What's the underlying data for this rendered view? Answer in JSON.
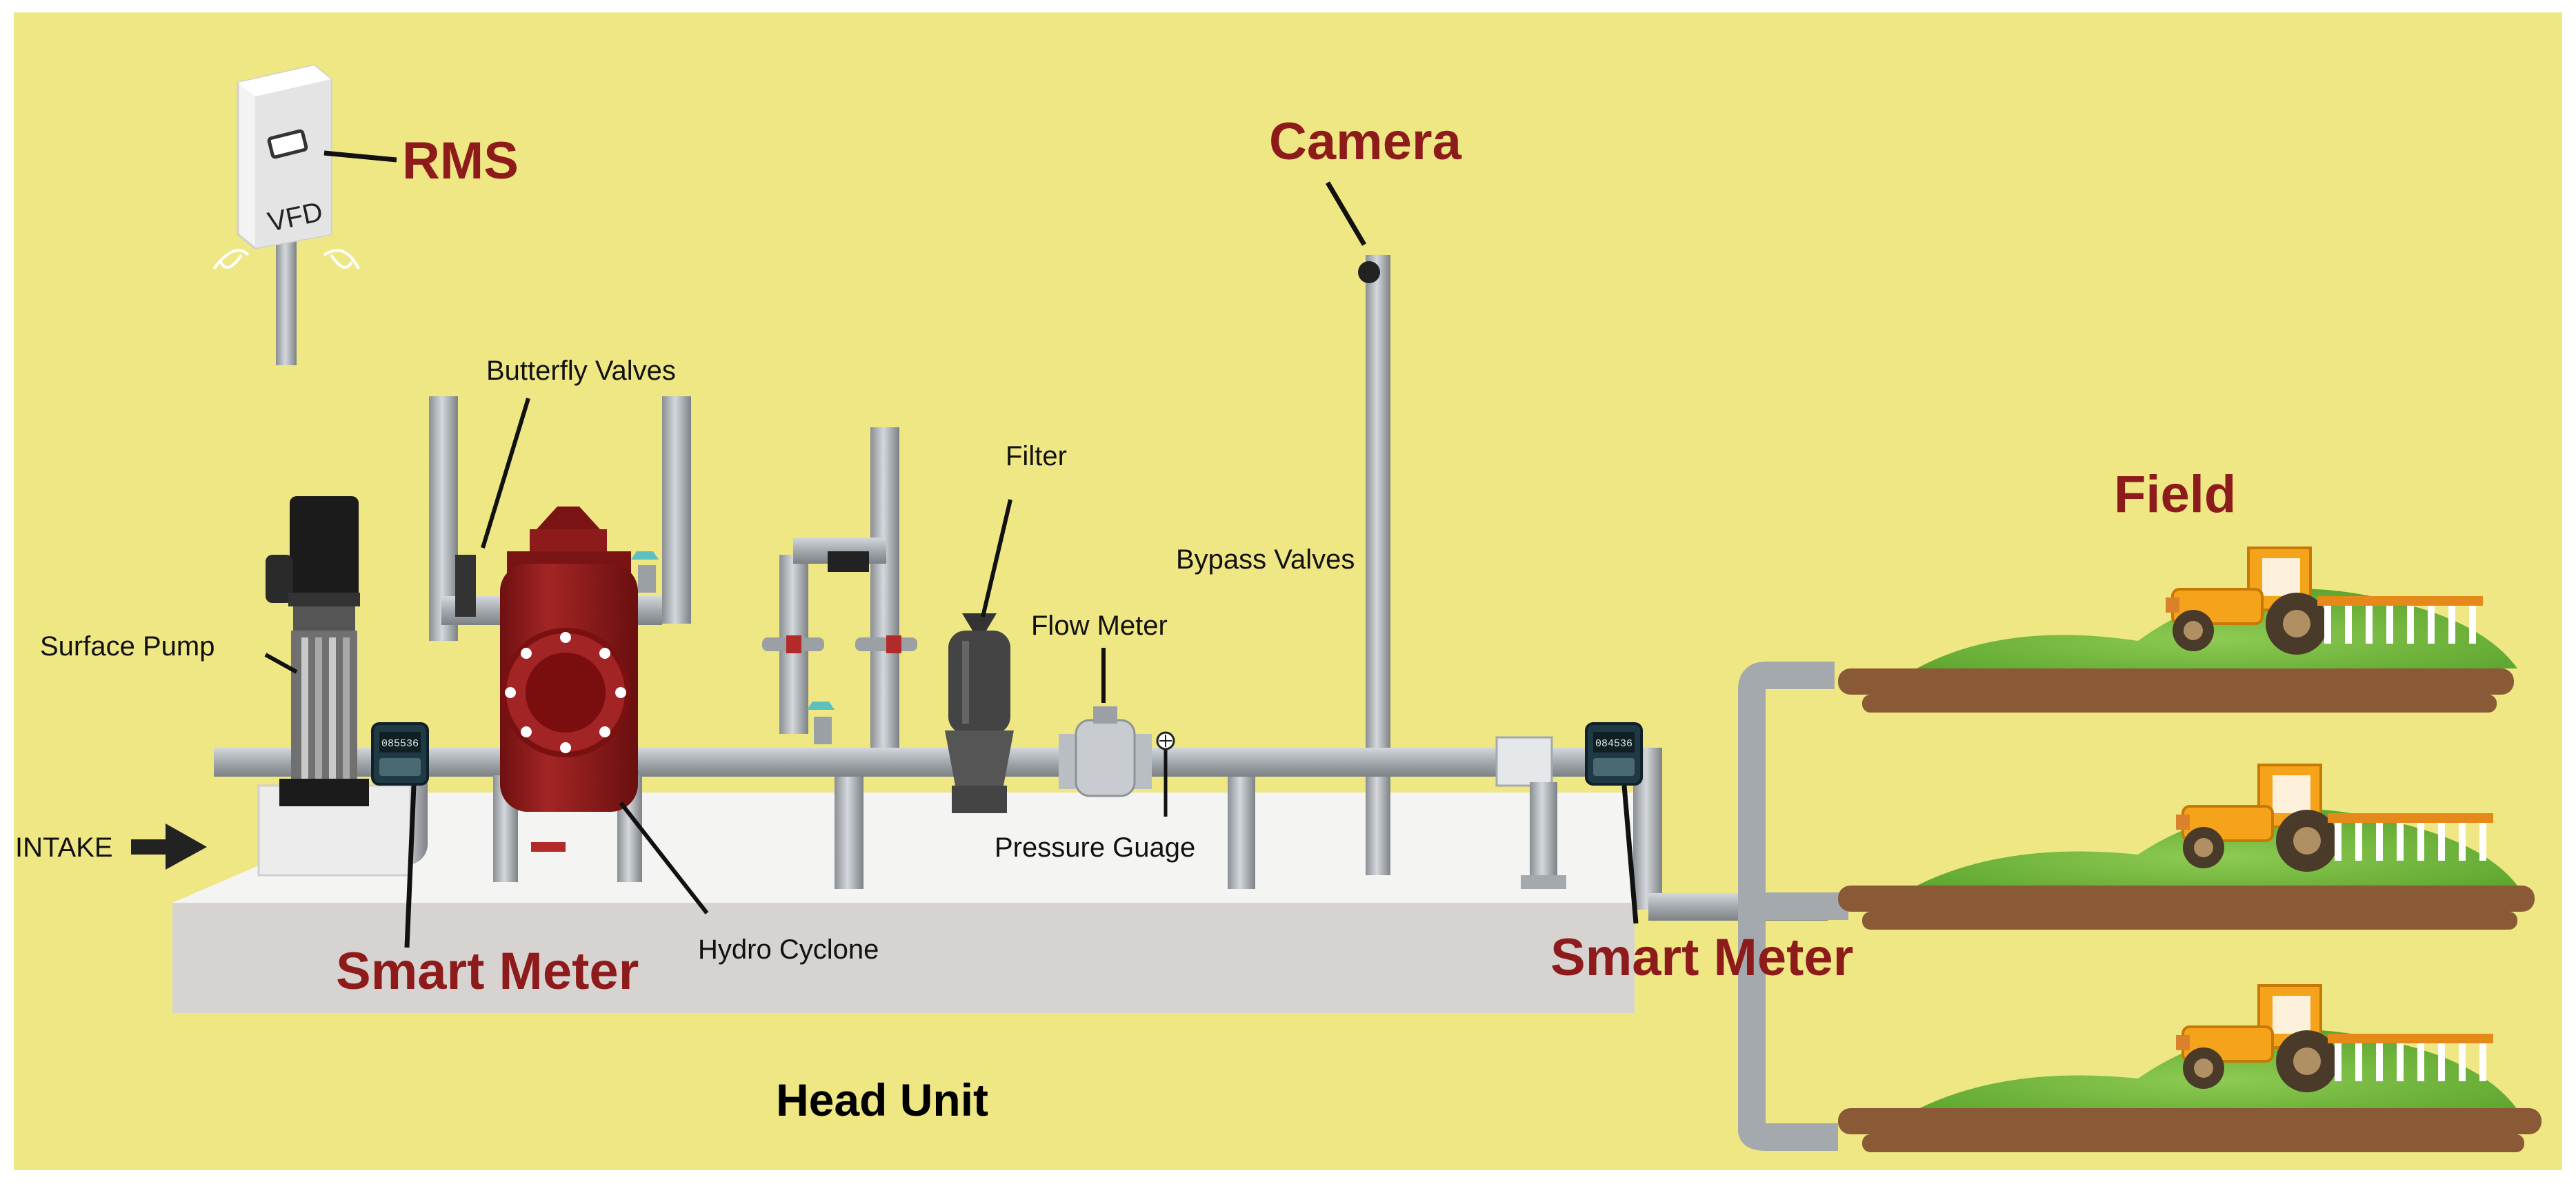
{
  "labels": {
    "rms": "RMS",
    "vfd": "VFD",
    "camera": "Camera",
    "butterfly_valves": "Butterfly Valves",
    "filter": "Filter",
    "bypass_valves": "Bypass Valves",
    "flow_meter": "Flow Meter",
    "surface_pump": "Surface Pump",
    "intake": "INTAKE",
    "pressure_gauge": "Pressure Guage",
    "smart_meter_left": "Smart Meter",
    "smart_meter_right": "Smart Meter",
    "hydro_cyclone": "Hydro Cyclone",
    "field": "Field",
    "head_unit": "Head Unit"
  },
  "meter_readings": {
    "left": "085536",
    "right": "084536"
  },
  "colors": {
    "background": "#efe784",
    "pipe": "#a9aeb2",
    "cyclone": "#8e1b1b",
    "label_accent": "#8e1b1b",
    "soil": "#8a5a36",
    "grass": "#6db33f",
    "tractor": "#f5a31a"
  }
}
